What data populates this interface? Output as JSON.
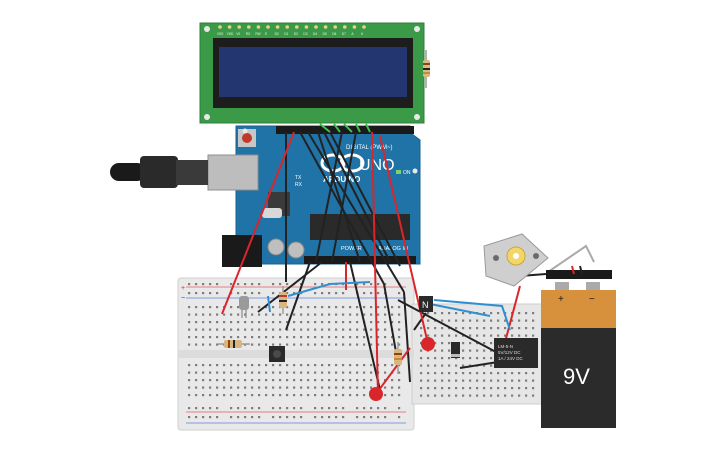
{
  "lcd": {
    "pin_labels": [
      "VSS",
      "VDD",
      "V0",
      "RS",
      "RW",
      "E",
      "D0",
      "D1",
      "D2",
      "D3",
      "D4",
      "D5",
      "D6",
      "D7",
      "A",
      "K"
    ]
  },
  "arduino": {
    "brand_text": "UNO",
    "sub_brand": "ARDUINO",
    "digital_label": "DIGITAL (PWM~)",
    "power_label": "POWER",
    "analog_label": "ANALOG IN",
    "on_label": "ON",
    "tx_label": "TX",
    "rx_label": "RX"
  },
  "transistor": {
    "label": "N"
  },
  "relay": {
    "lines": [
      "LM-5-N",
      "5V/12V DC",
      "1A / 24V DC"
    ]
  },
  "battery": {
    "label": "9V",
    "plus": "+",
    "minus": "−"
  },
  "breadboard": {
    "rail_plus": "+",
    "rail_minus": "−"
  },
  "colors": {
    "board_blue": "#1f73a6",
    "lcd_green": "#3a9a47",
    "wire_red": "#d9262b",
    "wire_black": "#222222",
    "wire_blue": "#2f8fd1",
    "battery_orange": "#d7903c"
  }
}
